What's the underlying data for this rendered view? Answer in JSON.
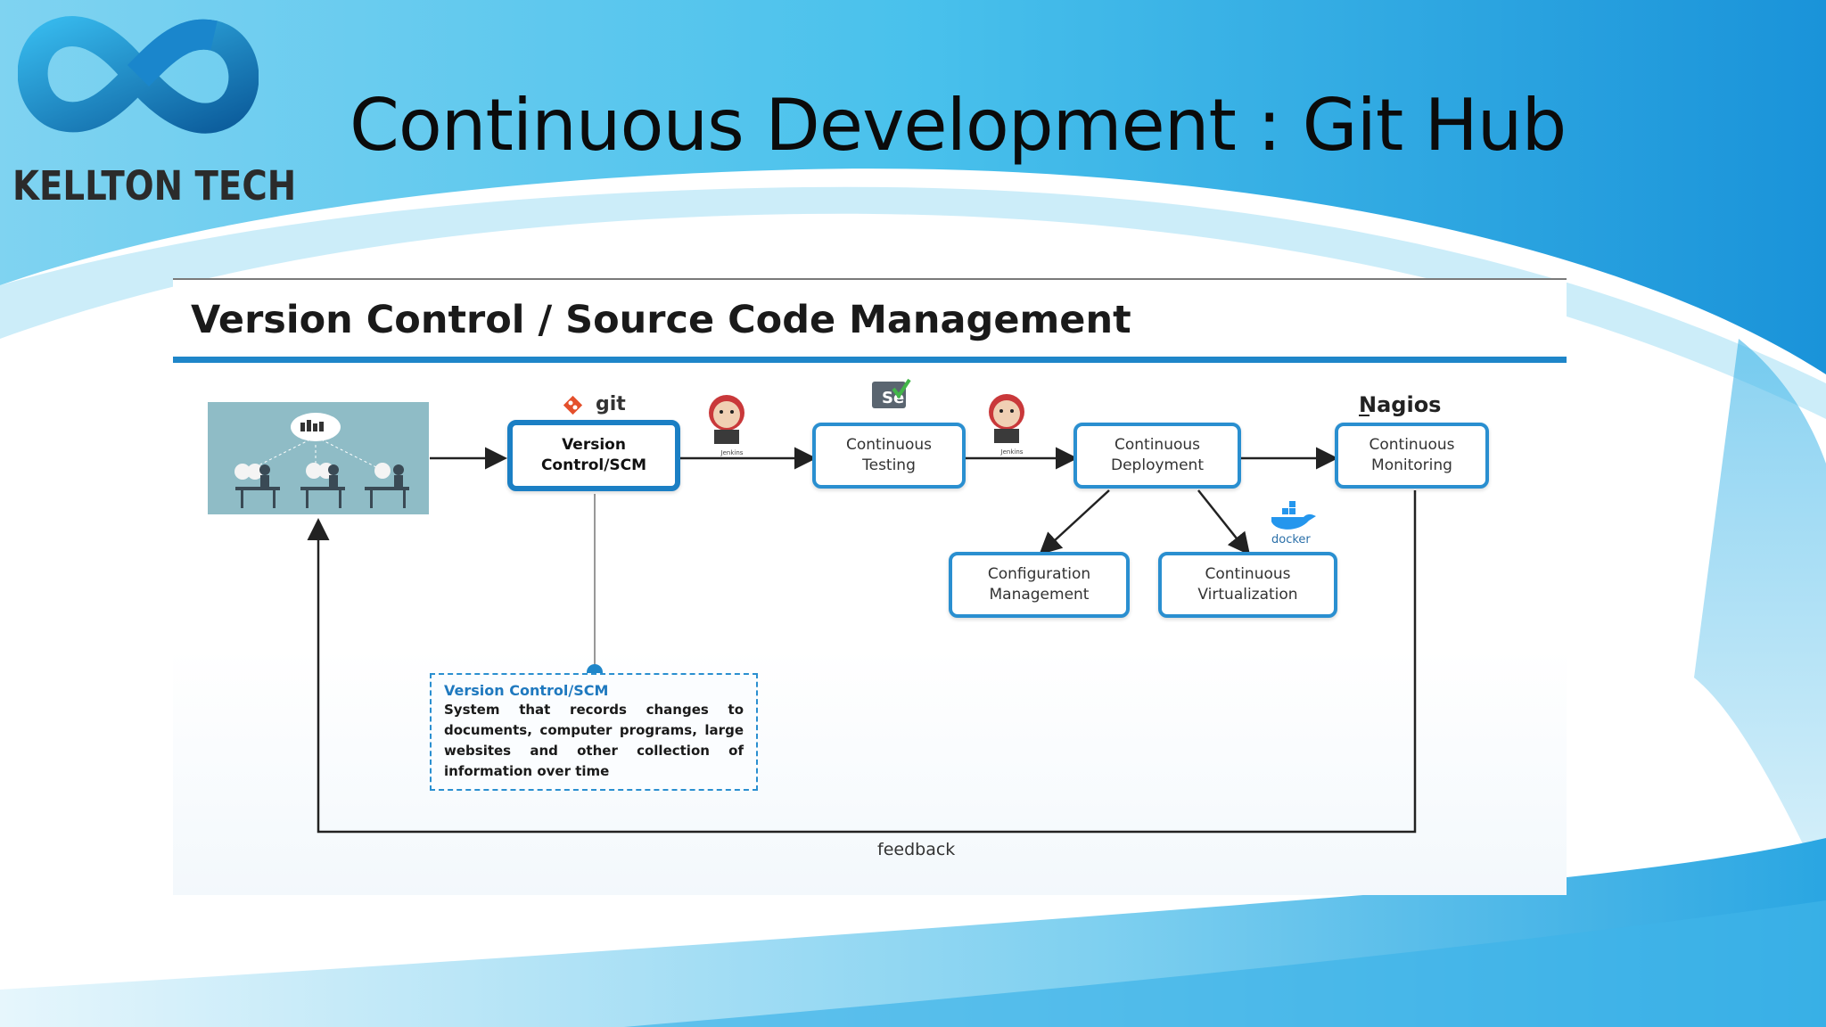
{
  "slide": {
    "logo_text": "KELLTON TECH",
    "title": "Continuous Development : Git Hub"
  },
  "panel": {
    "title": "Version Control / Source Code Management"
  },
  "diagram": {
    "nodes": [
      {
        "id": "vcs",
        "label": "Version\nControl/SCM"
      },
      {
        "id": "testing",
        "label": "Continuous\nTesting"
      },
      {
        "id": "deployment",
        "label": "Continuous\nDeployment"
      },
      {
        "id": "monitoring",
        "label": "Continuous\nMonitoring"
      },
      {
        "id": "config",
        "label": "Configuration\nManagement"
      },
      {
        "id": "virtualization",
        "label": "Continuous\nVirtualization"
      }
    ],
    "tool_labels": {
      "git": "git",
      "nagios": "Nagios",
      "docker": "docker"
    },
    "note": {
      "title": "Version Control/SCM",
      "body": "System that records changes to documents, computer programs, large websites and other collection of information over time"
    },
    "feedback_label": "feedback"
  },
  "colors": {
    "accent": "#1f86c9",
    "node_border": "#2a8fd0",
    "sky_light": "#8fdaf2",
    "sky_dark": "#1891d8"
  }
}
